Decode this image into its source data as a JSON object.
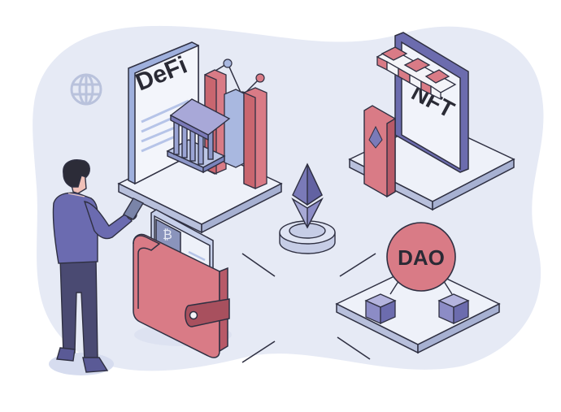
{
  "scene": {
    "defi_label": "DeFi",
    "nft_label": "NFT",
    "dao_label": "DAO",
    "icons": [
      "globe-icon",
      "ethereum-icon",
      "bitcoin-icon",
      "bank-icon",
      "storefront-icon",
      "wallet-icon",
      "phone-icon",
      "cube-icon"
    ]
  },
  "colors": {
    "background_blob": "#e6eaf5",
    "platform_top": "#eef1f9",
    "platform_side": "#b8c0dc",
    "outline": "#2f3042",
    "pink": "#d97b86",
    "pink_dark": "#b85a68",
    "blue": "#a9b8e0",
    "purple": "#7a7ab8",
    "purple_dark": "#5a5a96",
    "pants": "#4a4a72",
    "hair": "#2c2c38",
    "skin": "#f0c0b8"
  }
}
